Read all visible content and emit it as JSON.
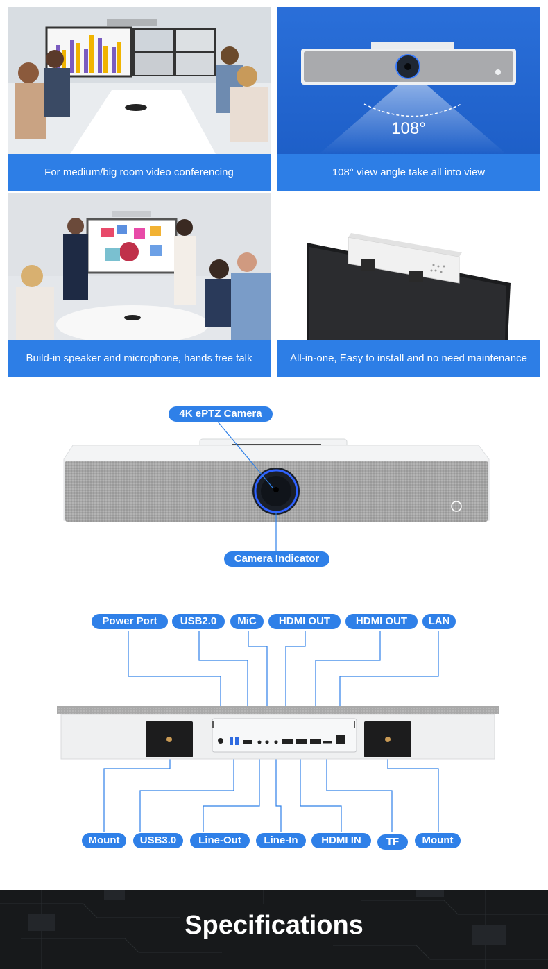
{
  "features": [
    {
      "caption": "For medium/big room video conferencing"
    },
    {
      "caption": "108° view angle take all into view",
      "angle_label": "108°"
    },
    {
      "caption": "Build-in speaker and microphone, hands free talk"
    },
    {
      "caption": "All-in-one, Easy to install and no need maintenance"
    }
  ],
  "front_view": {
    "top_label": "4K ePTZ Camera",
    "bottom_label": "Camera Indicator"
  },
  "rear_view": {
    "top_labels": [
      "Power  Port",
      "USB2.0",
      "MiC",
      "HDMI OUT",
      "HDMI OUT",
      "LAN"
    ],
    "bottom_labels": [
      "Mount",
      "USB3.0",
      "Line-Out",
      "Line-In",
      "HDMI IN",
      "TF",
      "Mount"
    ]
  },
  "banner": {
    "title": "Specifications"
  },
  "colors": {
    "accent": "#2d7ee6",
    "fabric": "#a9a9a9",
    "device_white": "#eef0f2",
    "banner_bg": "#141618"
  }
}
